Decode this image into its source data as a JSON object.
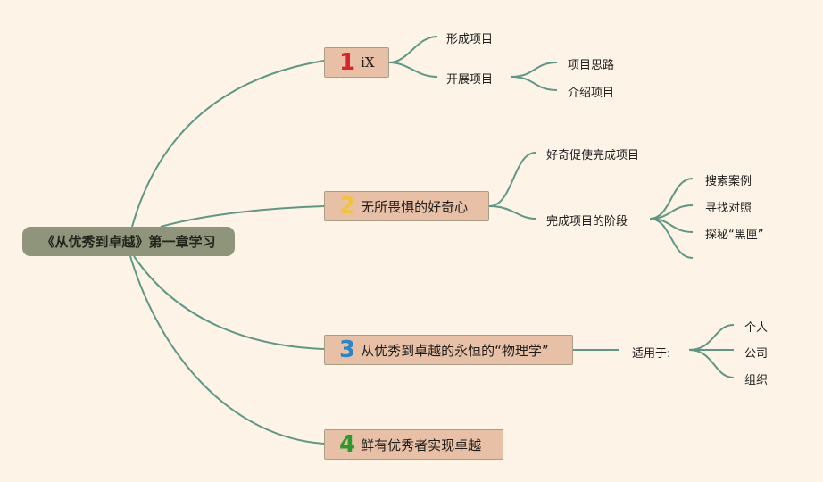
{
  "root": {
    "label": "《从优秀到卓越》第一章学习"
  },
  "branches": [
    {
      "number": "1",
      "number_color": "#d6252f",
      "label": "iX",
      "children": [
        {
          "label": "形成项目"
        },
        {
          "label": "开展项目",
          "children": [
            {
              "label": "项目思路"
            },
            {
              "label": "介绍项目"
            }
          ]
        }
      ]
    },
    {
      "number": "2",
      "number_color": "#f2c23b",
      "label": "无所畏惧的好奇心",
      "children": [
        {
          "label": "好奇促使完成项目"
        },
        {
          "label": "完成项目的阶段",
          "children": [
            {
              "label": "搜索案例"
            },
            {
              "label": "寻找对照"
            },
            {
              "label": "探秘“黑匣”"
            },
            {
              "label": ""
            }
          ]
        }
      ]
    },
    {
      "number": "3",
      "number_color": "#2b86c7",
      "label": "从优秀到卓越的永恒的“物理学”",
      "children": [
        {
          "label": "适用于:",
          "children": [
            {
              "label": "个人"
            },
            {
              "label": "公司"
            },
            {
              "label": "组织"
            }
          ]
        }
      ]
    },
    {
      "number": "4",
      "number_color": "#2e9a2e",
      "label": "鲜有优秀者实现卓越",
      "children": []
    }
  ],
  "colors": {
    "background": "#fdf3e7",
    "connector": "#5f9786",
    "root_fill": "#8e957b",
    "branch_fill": "#e8c0a6"
  }
}
